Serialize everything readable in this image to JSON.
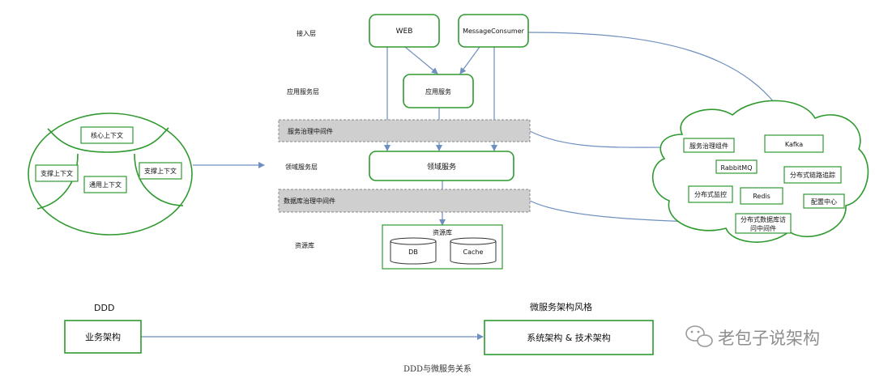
{
  "layers": {
    "access": "接入层",
    "application": "应用服务层",
    "domain": "领域服务层",
    "resource": "资源库"
  },
  "nodes": {
    "web": "WEB",
    "message_consumer": "MessageConsumer",
    "app_service": "应用服务",
    "service_governance_mw": "服务治理中间件",
    "domain_service": "领域服务",
    "db_governance_mw": "数据库治理中间件",
    "resource_box": "资源库",
    "db": "DB",
    "cache": "Cache"
  },
  "contexts": {
    "core": "核心上下文",
    "support_left": "支撑上下文",
    "generic": "通用上下文",
    "support_right": "支撑上下文"
  },
  "cloud": {
    "service_governance_component": "服务治理组件",
    "kafka": "Kafka",
    "rabbitmq": "RabbitMQ",
    "distributed_tracing": "分布式链路追踪",
    "distributed_monitoring": "分布式监控",
    "redis": "Redis",
    "config_center": "配置中心",
    "distributed_db_mw_line1": "分布式数据库访",
    "distributed_db_mw_line2": "问中间件"
  },
  "bottom": {
    "ddd_title": "DDD",
    "business_arch": "业务架构",
    "microservice_title": "微服务架构风格",
    "system_tech_arch": "系统架构 & 技术架构"
  },
  "watermark": "老包子说架构",
  "caption": "DDD与微服务关系",
  "colors": {
    "box_stroke": "#2f9a2f",
    "arrow": "#6e8fbf",
    "middleware_fill": "#cfcfcf"
  }
}
